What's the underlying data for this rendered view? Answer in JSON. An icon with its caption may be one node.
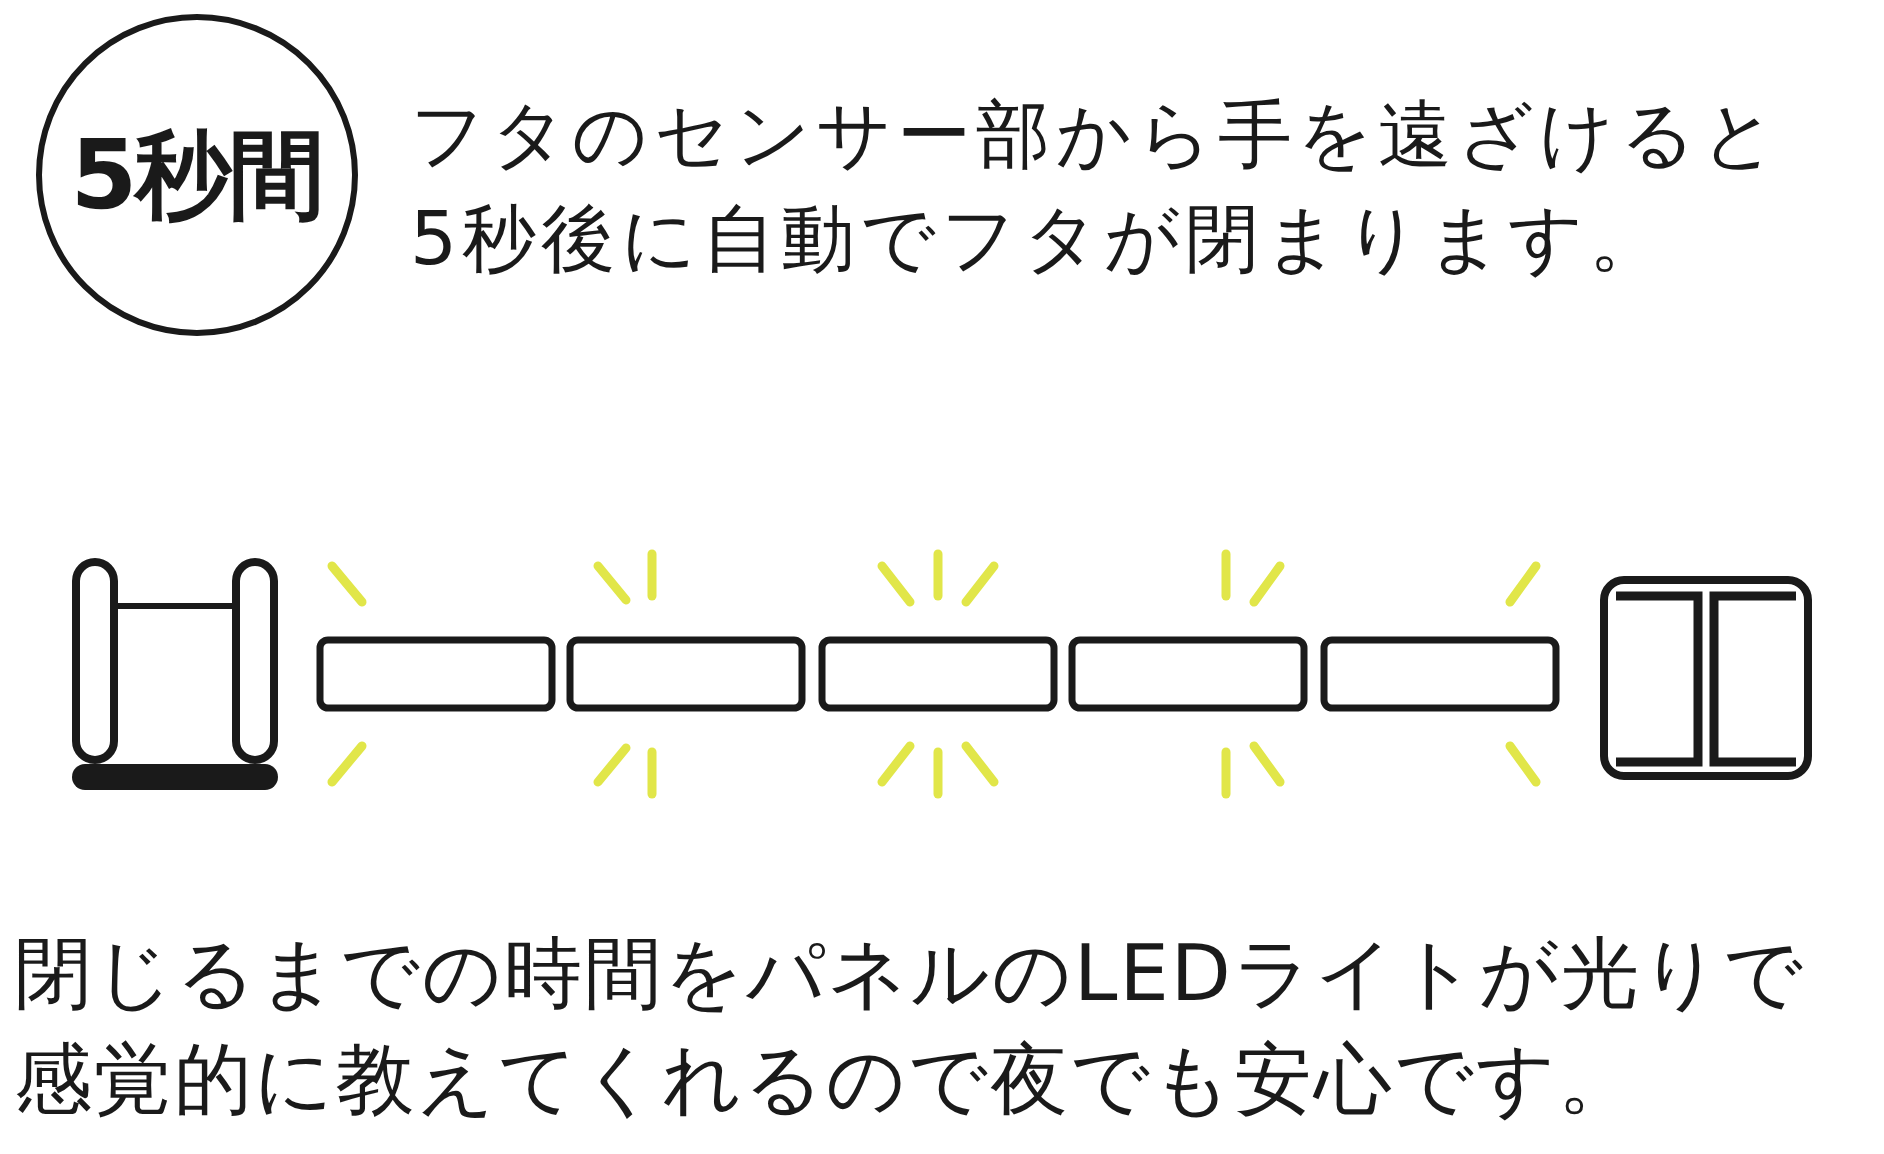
{
  "diagram": {
    "nodes": [
      {
        "text": [
          "5秒間"
        ]
      }
    ],
    "labels": [
      "フタのセンサー部から手を遠ざけると5秒後に自動でフタが閉まります。",
      "閉じるまでの時間をパネルのLEDライトが光りで感覚的に教えてくれるので夜でも安心です。"
    ]
  }
}
